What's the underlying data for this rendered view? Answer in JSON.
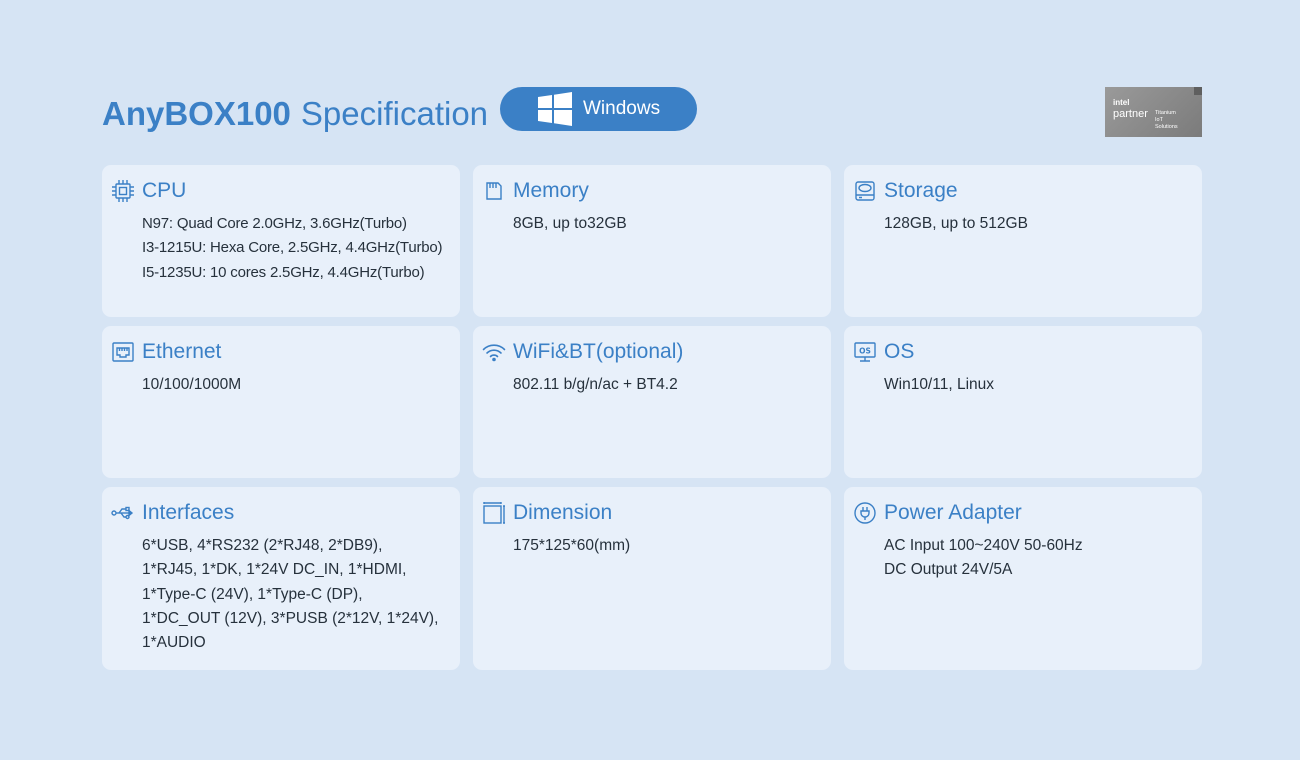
{
  "header": {
    "product": "AnyBOX100",
    "subtitle": "Specification",
    "os_badge": {
      "label": "Windows",
      "icon": "windows-logo-icon"
    },
    "partner_badge": {
      "brand": "intel",
      "label": "partner",
      "tier": [
        "Titanium",
        "IoT",
        "Solutions"
      ]
    }
  },
  "colors": {
    "accent": "#3b80c6",
    "background": "#d6e4f4",
    "card": "#e8f0fa",
    "text": "#26313c"
  },
  "specs": [
    {
      "title": "CPU",
      "icon": "cpu-chip-icon",
      "lines": [
        "N97: Quad Core  2.0GHz, 3.6GHz(Turbo)",
        "I3-1215U: Hexa Core, 2.5GHz, 4.4GHz(Turbo)",
        "I5-1235U: 10 cores 2.5GHz, 4.4GHz(Turbo)"
      ]
    },
    {
      "title": "Memory",
      "icon": "memory-card-icon",
      "lines": [
        "8GB, up to32GB"
      ]
    },
    {
      "title": "Storage",
      "icon": "storage-drive-icon",
      "lines": [
        "128GB, up to 512GB"
      ]
    },
    {
      "title": "Ethernet",
      "icon": "ethernet-port-icon",
      "lines": [
        "10/100/1000M"
      ]
    },
    {
      "title": "WiFi&BT(optional)",
      "icon": "wifi-icon",
      "lines": [
        "802.11 b/g/n/ac + BT4.2"
      ]
    },
    {
      "title": "OS",
      "icon": "os-monitor-icon",
      "lines": [
        "Win10/11, Linux"
      ]
    },
    {
      "title": "Interfaces",
      "icon": "usb-icon",
      "lines": [
        "6*USB, 4*RS232 (2*RJ48, 2*DB9),",
        "1*RJ45, 1*DK, 1*24V DC_IN, 1*HDMI,",
        "1*Type-C (24V), 1*Type-C (DP),",
        "1*DC_OUT (12V), 3*PUSB (2*12V, 1*24V),",
        "1*AUDIO"
      ]
    },
    {
      "title": "Dimension",
      "icon": "dimension-box-icon",
      "lines": [
        "175*125*60(mm)"
      ]
    },
    {
      "title": "Power Adapter",
      "icon": "power-plug-icon",
      "lines": [
        "AC Input 100~240V 50-60Hz",
        "DC Output 24V/5A"
      ]
    }
  ]
}
